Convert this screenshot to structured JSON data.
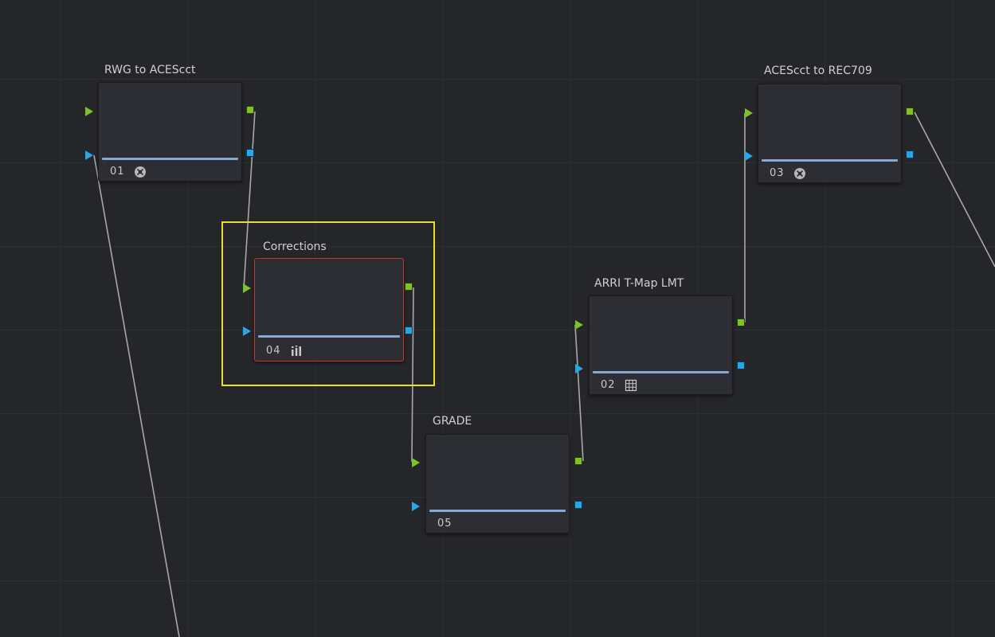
{
  "nodes": [
    {
      "id": "n01",
      "label": "RWG to ACEScct",
      "number": "01",
      "icon": "aces-transform-icon"
    },
    {
      "id": "n04",
      "label": "Corrections",
      "number": "04",
      "icon": "curves-icon",
      "selected": true
    },
    {
      "id": "n05",
      "label": "GRADE",
      "number": "05",
      "icon": ""
    },
    {
      "id": "n02",
      "label": "ARRI T-Map LMT",
      "number": "02",
      "icon": "lut-grid-icon"
    },
    {
      "id": "n03",
      "label": "ACEScct to REC709",
      "number": "03",
      "icon": "aces-transform-icon"
    }
  ],
  "colors": {
    "background": "#25262a",
    "node_body": "#2d2e33",
    "rgb_port": "#7cc425",
    "alpha_port": "#27a8e6",
    "selection_box": "#e8e026",
    "selected_node_border": "#c4372c",
    "wire": "#a8a8a8"
  }
}
